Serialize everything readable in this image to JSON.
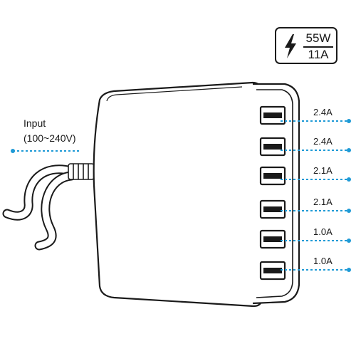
{
  "badge": {
    "power": "55W",
    "current": "11A",
    "icon": "lightning-bolt-icon"
  },
  "input": {
    "label": "Input",
    "range": "(100~240V)"
  },
  "ports": [
    {
      "label": "2.4A"
    },
    {
      "label": "2.4A"
    },
    {
      "label": "2.1A"
    },
    {
      "label": "2.1A"
    },
    {
      "label": "1.0A"
    },
    {
      "label": "1.0A"
    }
  ],
  "colors": {
    "leader": "#1e9ad6",
    "outline": "#1a1a1a",
    "body": "#ffffff"
  }
}
